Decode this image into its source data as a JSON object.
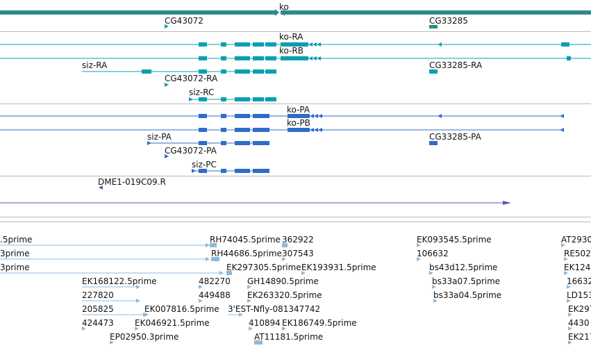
{
  "colors": {
    "gene": "#2f8a87",
    "transcript_a": "#0aa0b2",
    "transcript_b": "#2e6ccc",
    "clone": "#6a55a6",
    "est": "#8db9dc",
    "separator": "#b9b9b9"
  },
  "gene_track": {
    "labels": [
      "ko",
      "CG43072",
      "CG33285"
    ]
  },
  "transcript_track_a": {
    "labels": [
      "ko-RA",
      "ko-RB",
      "siz-RA",
      "CG33285-RA",
      "CG43072-RA",
      "siz-RC"
    ]
  },
  "transcript_track_b": {
    "labels": [
      "ko-PA",
      "ko-PB",
      "siz-PA",
      "CG33285-PA",
      "CG43072-PA",
      "siz-PC"
    ]
  },
  "clone_track": {
    "labels": [
      "DME1-019C09.R"
    ]
  },
  "est_track": {
    "labels": [
      ".5prime",
      "RH74045.5prime",
      "362922",
      "EK093545.5prime",
      "AT2930",
      "3prime",
      "RH44686.5prime",
      "307543",
      "106632",
      "RE502",
      "3prime",
      "EK297305.5prime",
      "EK193931.5prime",
      "bs43d12.5prime",
      "EK124",
      "EK168122.5prime",
      "482270",
      "GH14890.5prime",
      "bs33a07.5prime",
      "16632",
      "227820",
      "449488",
      "EK263320.5prime",
      "bs33a04.5prime",
      "LD153",
      "205825",
      "EK007816.5prime",
      "3'EST-Nfly-081347742",
      "EK297",
      "424473",
      "EK046921.5prime",
      "410894",
      "EK186749.5prime",
      "4430",
      "EP02950.3prime",
      "AT11181.5prime",
      "EK217"
    ]
  }
}
